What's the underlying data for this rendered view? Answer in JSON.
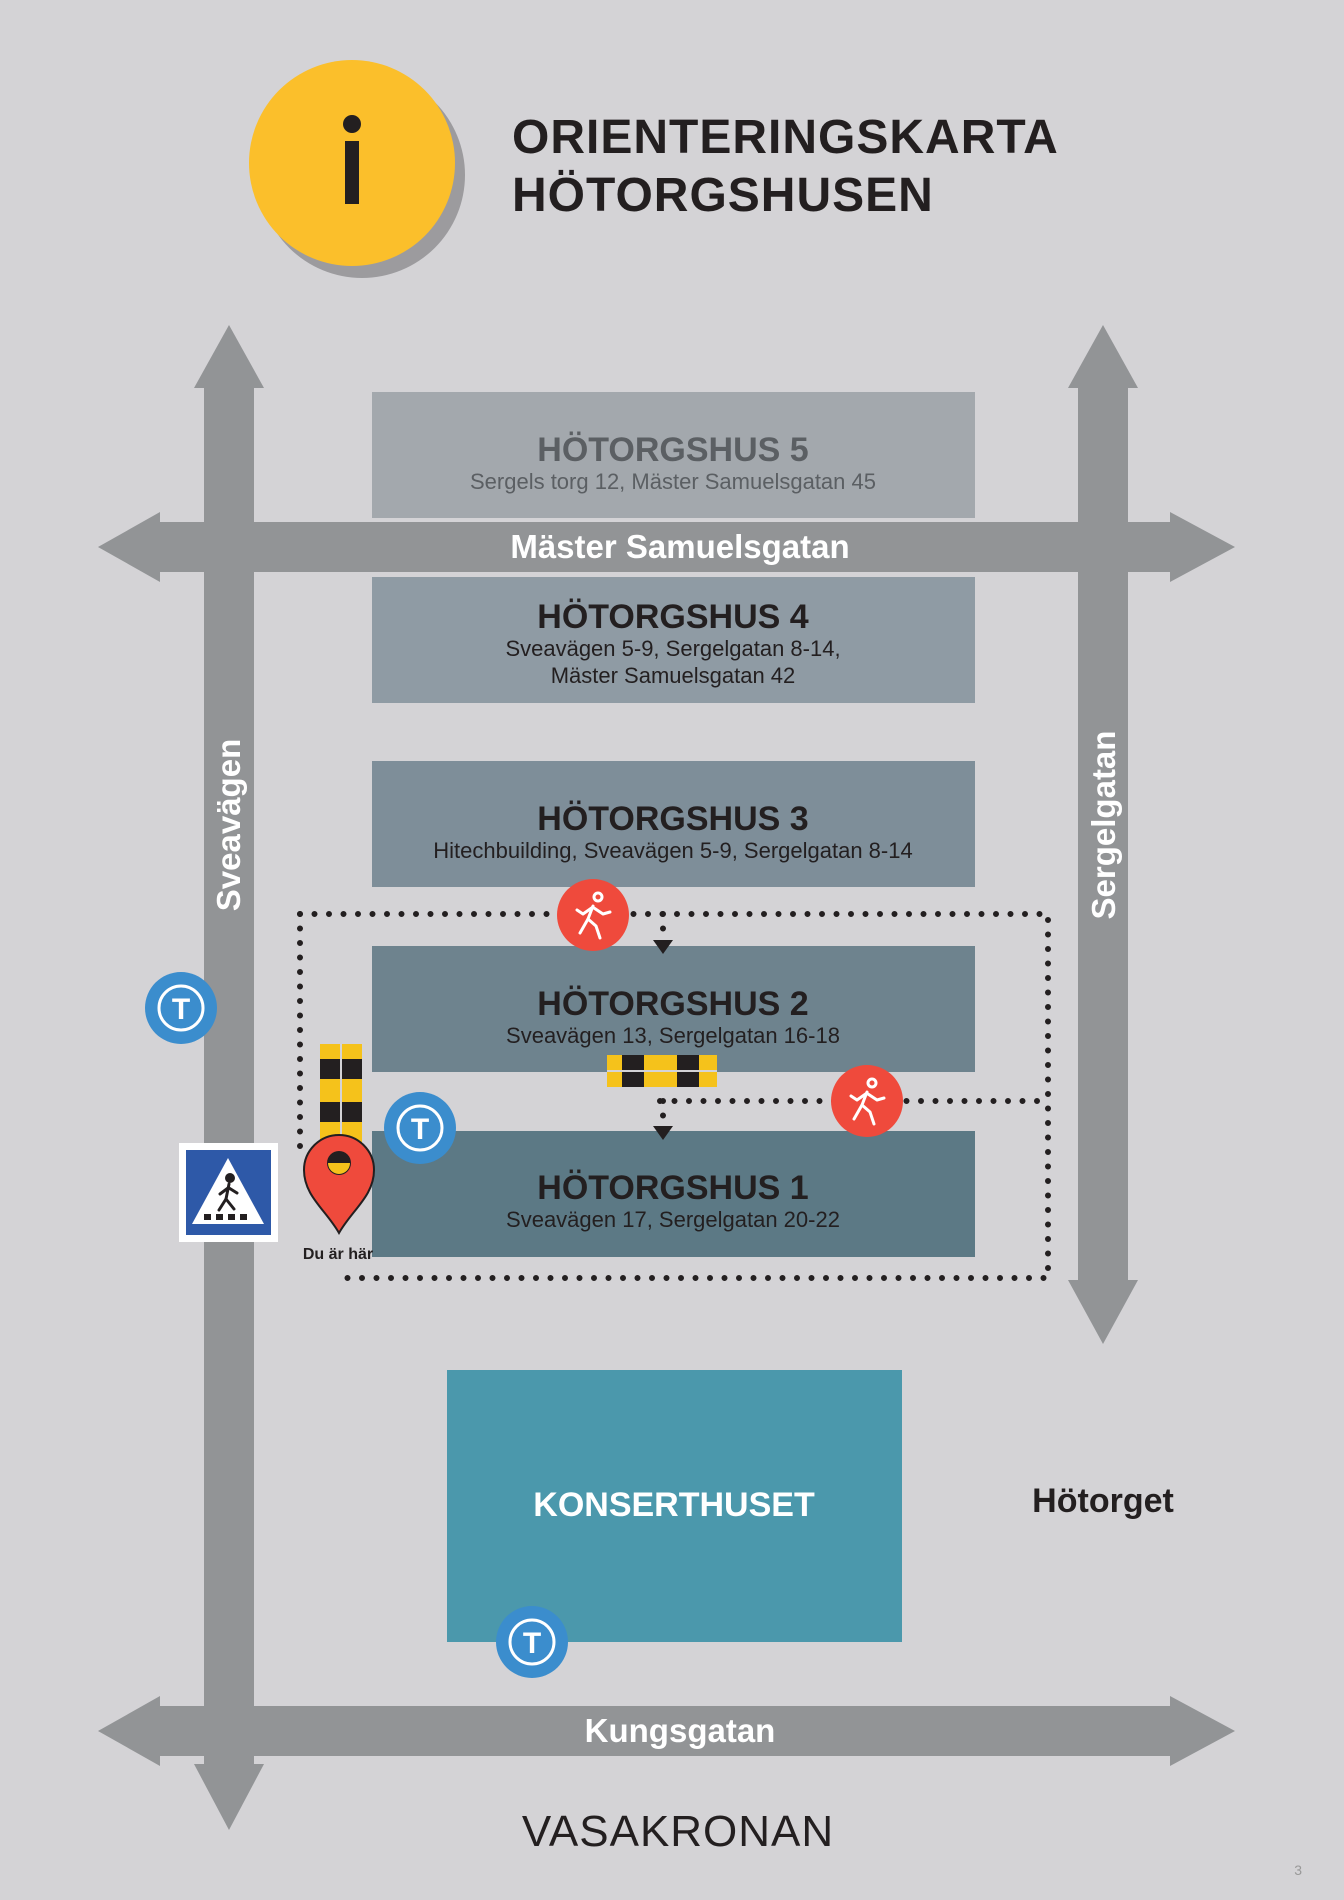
{
  "title": {
    "line1": "ORIENTERINGSKARTA",
    "line2": "HÖTORGSHUSEN"
  },
  "info_icon": {
    "name": "info-icon",
    "glyph": "i",
    "color": "#fbbf2b"
  },
  "streets": {
    "master_samuelsgatan": "Mäster Samuelsgatan",
    "kungsgatan": "Kungsgatan",
    "sveavagen": "Sveavägen",
    "sergelgatan": "Sergelgatan"
  },
  "buildings": [
    {
      "name": "HÖTORGSHUS 5",
      "address_lines": [
        "Sergels torg 12, Mäster Samuelsgatan 45"
      ],
      "color": "#a3a8ad"
    },
    {
      "name": "HÖTORGSHUS 4",
      "address_lines": [
        "Sveavägen 5-9, Sergelgatan 8-14,",
        "Mäster Samuelsgatan 42"
      ],
      "color": "#8f9ba4"
    },
    {
      "name": "HÖTORGSHUS 3",
      "address_lines": [
        "Hitechbuilding, Sveavägen 5-9, Sergelgatan 8-14"
      ],
      "color": "#7e8e99"
    },
    {
      "name": "HÖTORGSHUS 2",
      "address_lines": [
        "Sveavägen 13, Sergelgatan 16-18"
      ],
      "color": "#6e838e"
    },
    {
      "name": "HÖTORGSHUS 1",
      "address_lines": [
        "Sveavägen 17, Sergelgatan 20-22"
      ],
      "color": "#5c7985"
    }
  ],
  "konserthuset": {
    "label": "KONSERTHUSET",
    "color": "#4b98ac"
  },
  "hotorget": "Hötorget",
  "you_are_here": "Du är här",
  "metro_icon": {
    "glyph": "T",
    "color": "#3b8dcd"
  },
  "emergency_exit_color": "#ef4a3c",
  "brand": "VASAKRONAN",
  "page_number": "3",
  "colors": {
    "background": "#d4d3d6",
    "road": "#929496",
    "barrier_yellow": "#f5c21b",
    "crosswalk_blue": "#2e59a8"
  }
}
